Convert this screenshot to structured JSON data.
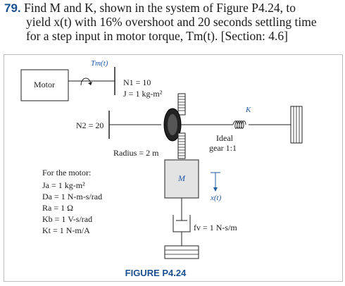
{
  "problem": {
    "number": "79.",
    "line1": "Find M and K, shown in the system of Figure P4.24, to",
    "line2": "yield x(t) with 16% overshoot and 20 seconds settling time",
    "line3": "for a step input in motor torque, Tm(t). [Section: 4.6]"
  },
  "figure": {
    "motor_label": "Motor",
    "torque_label": "Tm(t)",
    "n1_label": "N1 = 10",
    "j_label": "J = 1 kg-m²",
    "n2_label": "N2 = 20",
    "k_label": "K",
    "ideal_gear_label_1": "Ideal",
    "ideal_gear_label_2": "gear 1:1",
    "radius_label": "Radius = 2 m",
    "mass_label": "M",
    "x_label": "x(t)",
    "damper_label": "fv = 1 N-s/m",
    "motor_params_title": "For the motor:",
    "motor_params": [
      "Ja = 1 kg-m²",
      "Da = 1 N-m-s/rad",
      "Ra = 1 Ω",
      "Kb = 1 V-s/rad",
      "Kt = 1 N-m/A"
    ],
    "caption": "FIGURE  P4.24",
    "colors": {
      "accent": "#1c4f8f",
      "text": "#1a1a1a"
    }
  }
}
